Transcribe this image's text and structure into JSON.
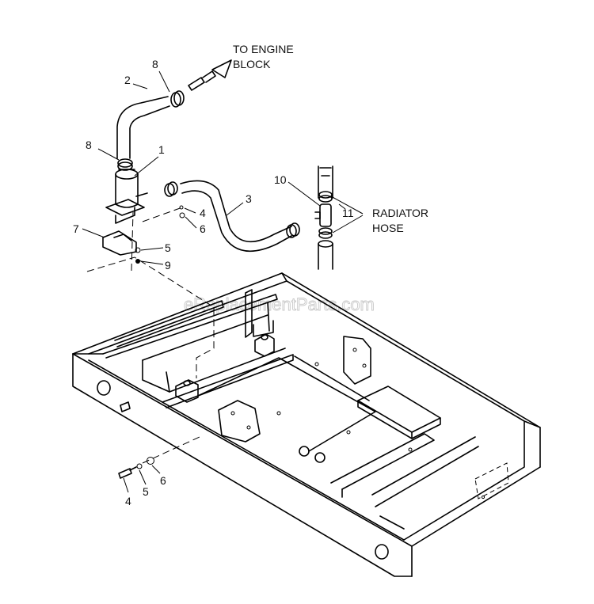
{
  "labels": {
    "to_engine_line1": "TO ENGINE",
    "to_engine_line2": "BLOCK",
    "radiator_line1": "RADIATOR",
    "radiator_line2": "HOSE",
    "watermark": "eReplacementParts.com"
  },
  "callouts": {
    "c1": "1",
    "c2": "2",
    "c3": "3",
    "c4_top": "4",
    "c5_top": "5",
    "c6_top": "6",
    "c7": "7",
    "c8_top": "8",
    "c8_mid": "8",
    "c9": "9",
    "c10": "10",
    "c11": "11",
    "c4_bottom": "4",
    "c5_bottom": "5",
    "c6_bottom": "6"
  }
}
